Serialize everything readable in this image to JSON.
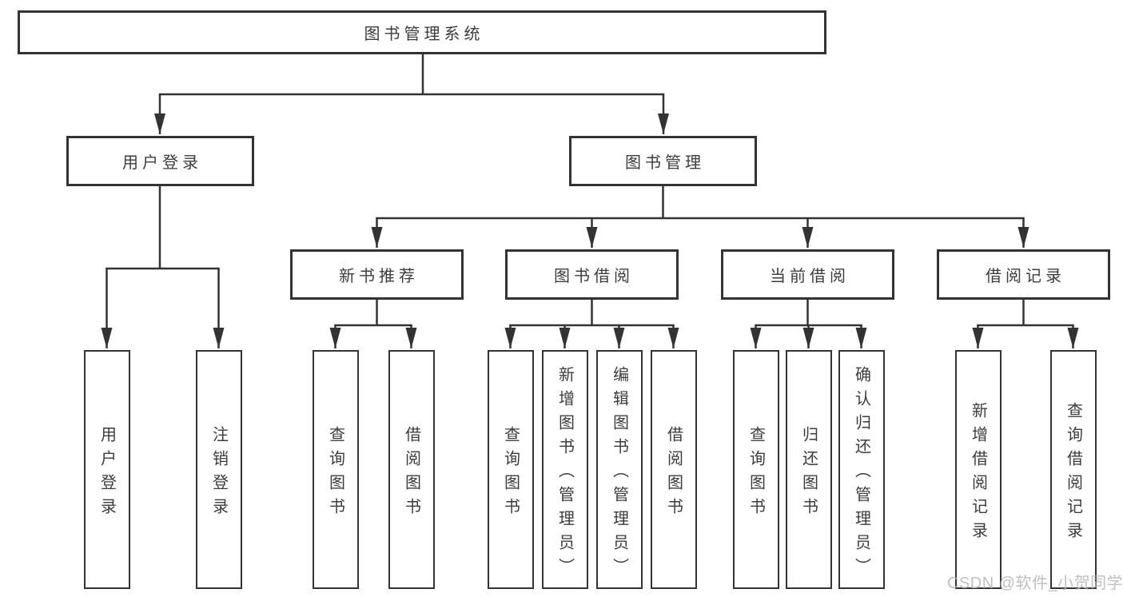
{
  "diagram_title": "图书管理系统",
  "colors": {
    "line": "#333333",
    "box_border": "#333333",
    "box_background": "#ffffff",
    "text": "#3c3c3c",
    "page_background": "#ffffff",
    "watermark": "#b5b5b5"
  },
  "watermark": {
    "text": "CSDN @软件_小贺同学"
  },
  "nodes": {
    "root": {
      "label": "图书管理系统"
    },
    "user_login": {
      "label": "用户登录"
    },
    "book_mgmt": {
      "label": "图书管理"
    },
    "new_book_rec": {
      "label": "新书推荐"
    },
    "book_borrow": {
      "label": "图书借阅"
    },
    "current_borrow": {
      "label": "当前借阅"
    },
    "borrow_records": {
      "label": "借阅记录"
    },
    "leaf_login_user": {
      "label": "用户登录"
    },
    "leaf_login_logout": {
      "label": "注销登录"
    },
    "leaf_rec_query": {
      "label": "查询图书"
    },
    "leaf_rec_borrow": {
      "label": "借阅图书"
    },
    "leaf_bb_query": {
      "label": "查询图书"
    },
    "leaf_bb_add": {
      "label": "新增图书（管理员）"
    },
    "leaf_bb_edit": {
      "label": "编辑图书（管理员）"
    },
    "leaf_bb_borrow": {
      "label": "借阅图书"
    },
    "leaf_cb_query": {
      "label": "查询图书"
    },
    "leaf_cb_return": {
      "label": "归还图书"
    },
    "leaf_cb_confirm": {
      "label": "确认归还（管理员）"
    },
    "leaf_br_add": {
      "label": "新增借阅记录"
    },
    "leaf_br_query": {
      "label": "查询借阅记录"
    }
  },
  "hierarchy": {
    "图书管理系统": [
      "用户登录",
      "图书管理"
    ],
    "用户登录": [
      "用户登录",
      "注销登录"
    ],
    "图书管理": [
      "新书推荐",
      "图书借阅",
      "当前借阅",
      "借阅记录"
    ],
    "新书推荐": [
      "查询图书",
      "借阅图书"
    ],
    "图书借阅": [
      "查询图书",
      "新增图书（管理员）",
      "编辑图书（管理员）",
      "借阅图书"
    ],
    "当前借阅": [
      "查询图书",
      "归还图书",
      "确认归还（管理员）"
    ],
    "借阅记录": [
      "新增借阅记录",
      "查询借阅记录"
    ]
  }
}
